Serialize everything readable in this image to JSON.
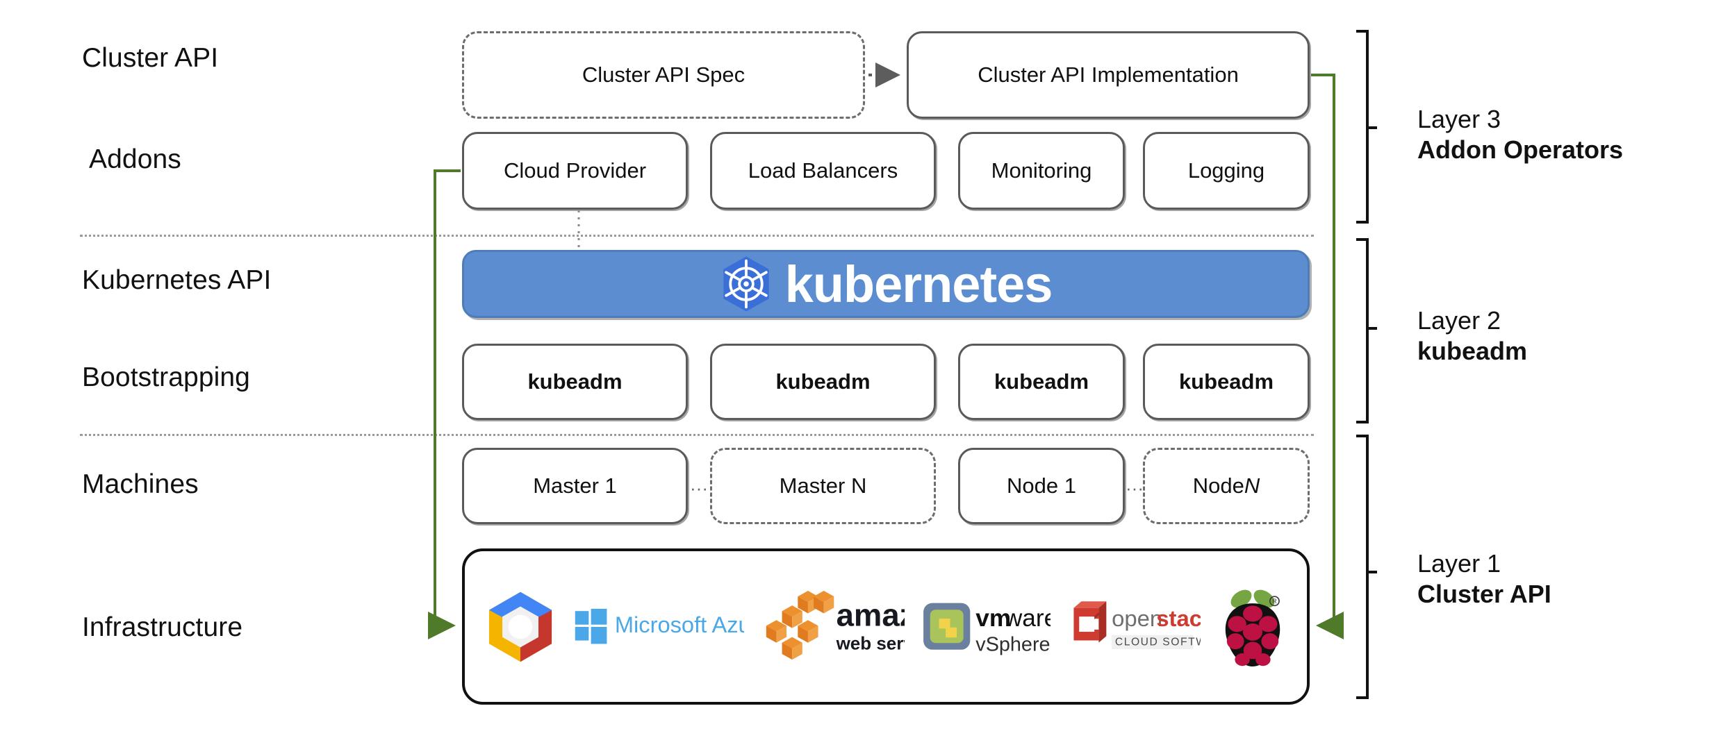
{
  "diagram": {
    "title": "Kubernetes Cluster API layered architecture",
    "colors": {
      "accent_blue": "#5b8dd0",
      "k8s_logo_blue": "#3a6fd8",
      "arrow_green": "#4f7a2a",
      "box_border": "#5a5a5a",
      "dashed_border": "#6d6d6d",
      "separator": "#9a9a9a"
    }
  },
  "row_labels": [
    {
      "id": "cluster-api",
      "text": "Cluster API"
    },
    {
      "id": "addons",
      "text": "Addons"
    },
    {
      "id": "kubernetes-api",
      "text": "Kubernetes API"
    },
    {
      "id": "bootstrapping",
      "text": "Bootstrapping"
    },
    {
      "id": "machines",
      "text": "Machines"
    },
    {
      "id": "infrastructure",
      "text": "Infrastructure"
    }
  ],
  "cluster_api_row": {
    "spec": {
      "label": "Cluster API Spec",
      "style": "dashed"
    },
    "implementation": {
      "label": "Cluster API Implementation",
      "style": "solid"
    },
    "connector": {
      "kind": "dotted-arrow",
      "from": "spec",
      "to": "implementation"
    }
  },
  "addons_row": {
    "boxes": [
      {
        "label": "Cloud Provider"
      },
      {
        "label": "Load Balancers"
      },
      {
        "label": "Monitoring"
      },
      {
        "label": "Logging"
      }
    ]
  },
  "kubernetes_banner": {
    "wordmark": "kubernetes",
    "logo_name": "kubernetes-helm-wheel-icon"
  },
  "bootstrapping_row": {
    "boxes": [
      {
        "label": "kubeadm"
      },
      {
        "label": "kubeadm"
      },
      {
        "label": "kubeadm"
      },
      {
        "label": "kubeadm"
      }
    ]
  },
  "machines_row": {
    "boxes": [
      {
        "label": "Master 1",
        "style": "solid",
        "italic_suffix": ""
      },
      {
        "label": "Master N",
        "style": "dashed",
        "italic_suffix": ""
      },
      {
        "label": "Node 1",
        "style": "solid",
        "italic_suffix": ""
      },
      {
        "label": "Node ",
        "style": "dashed",
        "italic_suffix": "N"
      }
    ],
    "ellipses": [
      "···",
      "···"
    ]
  },
  "infrastructure_row": {
    "logos": [
      {
        "name": "google-cloud-platform-logo",
        "text": ""
      },
      {
        "name": "microsoft-azure-logo",
        "text": "Microsoft Azure"
      },
      {
        "name": "amazon-web-services-logo",
        "text": "amazon",
        "subtext": "web services"
      },
      {
        "name": "vmware-vsphere-logo",
        "text": "vmware",
        "subtext": "vSphere"
      },
      {
        "name": "openstack-logo",
        "text": "openstack",
        "subtext": "CLOUD SOFTWARE"
      },
      {
        "name": "raspberry-pi-logo",
        "text": ""
      }
    ]
  },
  "layer_brackets": [
    {
      "id": "layer-3",
      "number": "Layer 3",
      "name": "Addon Operators"
    },
    {
      "id": "layer-2",
      "number": "Layer 2",
      "name": "kubeadm"
    },
    {
      "id": "layer-1",
      "number": "Layer 1",
      "name": "Cluster API"
    }
  ]
}
